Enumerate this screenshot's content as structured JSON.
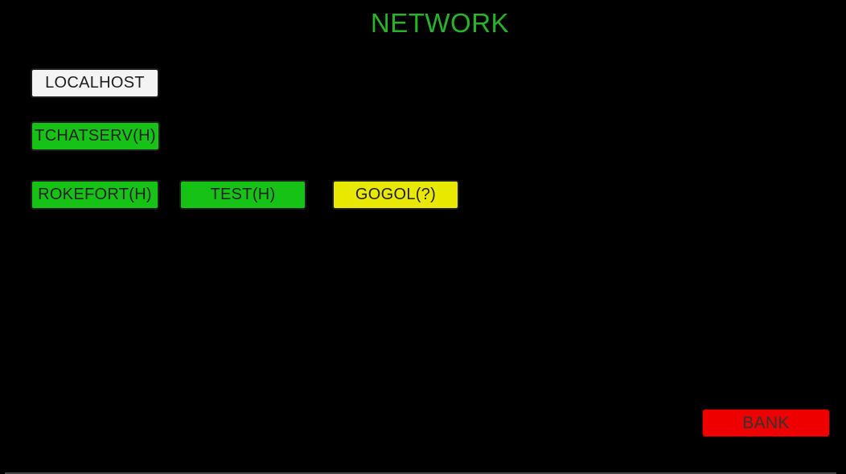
{
  "title": "NETWORK",
  "network": {
    "nodes": [
      {
        "label": "LOCALHOST",
        "color": "#f4f4f4"
      },
      {
        "label": "TCHATSERV(H)",
        "color": "#17c217"
      },
      {
        "label": "ROKEFORT(H)",
        "color": "#17c217"
      },
      {
        "label": "TEST(H)",
        "color": "#17c217"
      },
      {
        "label": "GOGOL(?)",
        "color": "#e8e800"
      }
    ]
  },
  "bank_button": {
    "label": "BANK",
    "color": "#ee0000"
  },
  "colors": {
    "background": "#000000",
    "title": "#28b428",
    "node_green": "#17c217",
    "node_yellow": "#e8e800",
    "node_white": "#f4f4f4",
    "bank_red": "#ee0000",
    "button_text": "#222222",
    "bottom_bar": "#464646"
  }
}
